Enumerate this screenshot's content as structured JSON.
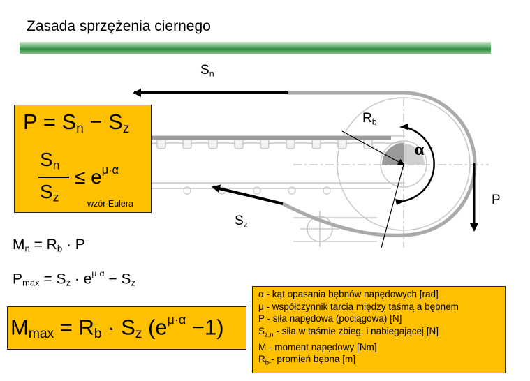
{
  "title": "Zasada sprzężenia ciernego",
  "labels": {
    "sn_main": "S",
    "sn_sub": "n",
    "rb_main": "R",
    "rb_sub": "b",
    "alpha": "α",
    "p": "P",
    "sz_main": "S",
    "sz_sub": "z"
  },
  "eq_box": {
    "eq1_a": "P = S",
    "eq1_a_sub": "n",
    "eq1_b": " − S",
    "eq1_b_sub": "z",
    "frac_num": "S",
    "frac_num_sub": "n",
    "frac_den": "S",
    "frac_den_sub": "z",
    "ineq": "≤ e",
    "ineq_sup": "μ·α",
    "caption": "wzór Eulera"
  },
  "formulas": {
    "mn": "M",
    "mn_sub": "n",
    "mn_rest": " = R",
    "mn_rest_sub": "b",
    "mn_tail": " · P",
    "pmax": "P",
    "pmax_sub": "max",
    "pmax_rest": " = S",
    "pmax_rest_sub": "z",
    "pmax_mid": " · e",
    "pmax_sup": "μ·α",
    "pmax_tail": " − S",
    "pmax_tail_sub": "z",
    "mmax": "M",
    "mmax_sub": "max",
    "mmax_rest": " = R",
    "mmax_rest_sub": "b",
    "mmax_mid": " · S",
    "mmax_mid_sub": "z",
    "mmax_open": " (e",
    "mmax_sup": "μ·α",
    "mmax_tail": " −1)"
  },
  "legend": [
    {
      "sym": "α",
      "sub": "",
      "text": " - kąt opasania bębnów napędowych [rad]"
    },
    {
      "sym": "μ",
      "sub": "",
      "text": " - współczynnik tarcia między taśmą a bębnem"
    },
    {
      "sym": "P",
      "sub": "",
      "text": " - siła napędowa (pociągowa) [N]"
    },
    {
      "sym": "S",
      "sub": "z,n",
      "text": " - siła w taśmie zbieg. i nabiegającej [N]"
    },
    {
      "sym": "M",
      "sub": "",
      "text": " - moment napędowy [Nm]"
    },
    {
      "sym": "R",
      "sub": "b-",
      "text": "- promień bębna [m]"
    }
  ],
  "colors": {
    "box": "#ffc000",
    "bar_green": "#2f8a40",
    "belt_gray": "#aaaaaa",
    "arrow": "#000000"
  }
}
